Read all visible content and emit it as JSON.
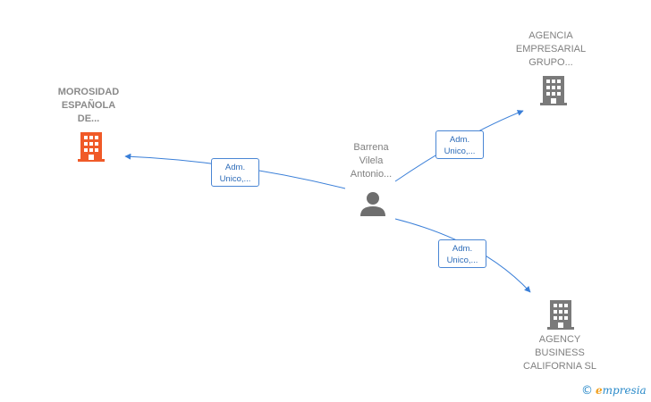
{
  "colors": {
    "edge": "#3a7fd8",
    "highlight_company": "#f05a28",
    "company": "#7a7a7a",
    "person": "#6e6e6e"
  },
  "nodes": {
    "center": {
      "label": "Barrena\nVilela\nAntonio...",
      "icon": "person-icon"
    },
    "morosidad": {
      "label": "MOROSIDAD\nESPAÑOLA\nDE...",
      "icon": "building-icon"
    },
    "agencia": {
      "label": "AGENCIA\nEMPRESARIAL\nGRUPO...",
      "icon": "building-icon"
    },
    "agency": {
      "label": "AGENCY\nBUSINESS\nCALIFORNIA SL",
      "icon": "building-icon"
    }
  },
  "edges": {
    "to_morosidad": {
      "line1": "Adm.",
      "line2": "Unico,..."
    },
    "to_agencia": {
      "line1": "Adm.",
      "line2": "Unico,..."
    },
    "to_agency": {
      "line1": "Adm.",
      "line2": "Unico,..."
    }
  },
  "brand": {
    "copyright": "©",
    "e_letter": "e",
    "name": "mpresia"
  }
}
